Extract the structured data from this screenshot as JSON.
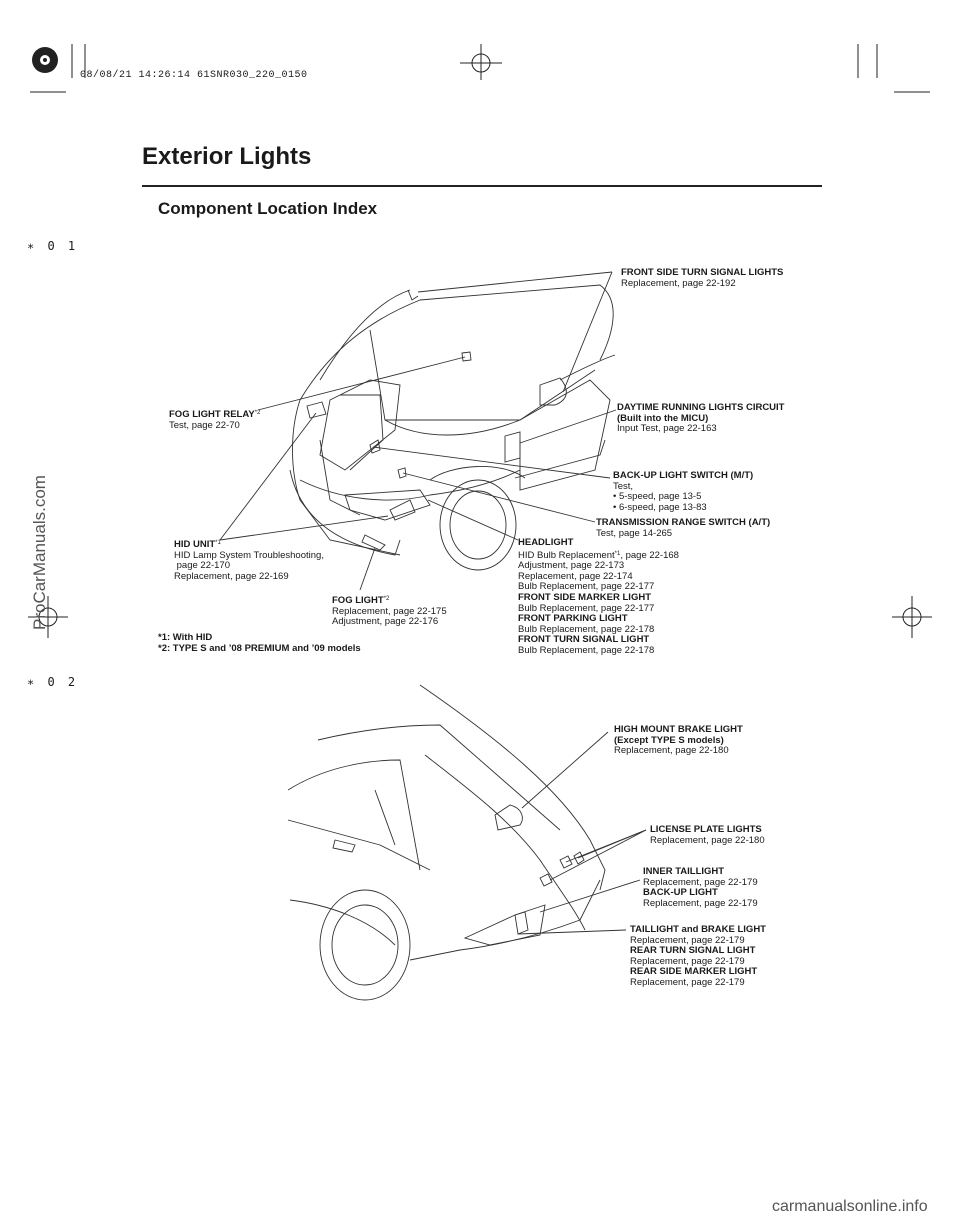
{
  "header": {
    "stamp": "08/08/21 14:26:14 61SNR030_220_0150",
    "title": "Exterior Lights",
    "subtitle": "Component Location Index"
  },
  "margin_marks": {
    "top": "∗ 0 1",
    "bottom": "∗ 0 2"
  },
  "watermarks": {
    "side": "ProCarManuals.com",
    "bottom": "carmanualsonline.info"
  },
  "front": {
    "front_side_turn": {
      "heading": "FRONT SIDE TURN SIGNAL LIGHTS",
      "lines": [
        "Replacement, page 22-192"
      ]
    },
    "daytime_running": {
      "heading1": "DAYTIME RUNNING LIGHTS CIRCUIT",
      "heading2": "(Built into the MICU)",
      "lines": [
        "Input Test, page 22-163"
      ]
    },
    "fog_relay": {
      "heading": "FOG LIGHT RELAY",
      "sup": "*2",
      "lines": [
        "Test, page 22-70"
      ]
    },
    "backup_switch": {
      "heading": "BACK-UP LIGHT SWITCH (M/T)",
      "lines": [
        "Test,",
        "• 5-speed, page 13-5",
        "• 6-speed, page 13-83"
      ]
    },
    "trans_range": {
      "heading": "TRANSMISSION RANGE SWITCH (A/T)",
      "lines": [
        "Test, page 14-265"
      ]
    },
    "hid_unit": {
      "heading": "HID UNIT",
      "sup": "*1",
      "lines": [
        "HID Lamp System Troubleshooting,",
        " page 22-170",
        "Replacement, page 22-169"
      ]
    },
    "headlight": {
      "heading": "HEADLIGHT",
      "hid_line_a": "HID Bulb Replacement",
      "hid_sup": "*1",
      "hid_line_b": ", page 22-168",
      "lines": [
        "Adjustment, page 22-173",
        "Replacement, page 22-174",
        "Bulb Replacement, page 22-177"
      ]
    },
    "front_side_marker": {
      "heading": "FRONT SIDE MARKER LIGHT",
      "lines": [
        "Bulb Replacement, page 22-177"
      ]
    },
    "front_parking": {
      "heading": "FRONT PARKING LIGHT",
      "lines": [
        "Bulb Replacement, page 22-178"
      ]
    },
    "front_turn": {
      "heading": "FRONT TURN SIGNAL LIGHT",
      "lines": [
        "Bulb Replacement, page 22-178"
      ]
    },
    "fog_light": {
      "heading": "FOG LIGHT",
      "sup": "*2",
      "lines": [
        "Replacement, page 22-175",
        "Adjustment, page 22-176"
      ]
    }
  },
  "footnotes": [
    "*1: With HID",
    "*2: TYPE S and ’08 PREMIUM and ’09 models"
  ],
  "rear": {
    "high_mount": {
      "heading1": "HIGH MOUNT BRAKE LIGHT",
      "heading2": "(Except TYPE S models)",
      "lines": [
        "Replacement, page 22-180"
      ]
    },
    "license_plate": {
      "heading": "LICENSE PLATE LIGHTS",
      "lines": [
        "Replacement, page 22-180"
      ]
    },
    "inner_taillight": {
      "heading": "INNER TAILLIGHT",
      "lines": [
        "Replacement, page 22-179"
      ]
    },
    "backup_light": {
      "heading": "BACK-UP LIGHT",
      "lines": [
        "Replacement, page 22-179"
      ]
    },
    "taillight_brake": {
      "heading": "TAILLIGHT and BRAKE LIGHT",
      "lines": [
        "Replacement, page 22-179"
      ]
    },
    "rear_turn": {
      "heading": "REAR TURN SIGNAL LIGHT",
      "lines": [
        "Replacement, page 22-179"
      ]
    },
    "rear_side_marker": {
      "heading": "REAR SIDE MARKER LIGHT",
      "lines": [
        "Replacement, page 22-179"
      ]
    }
  }
}
